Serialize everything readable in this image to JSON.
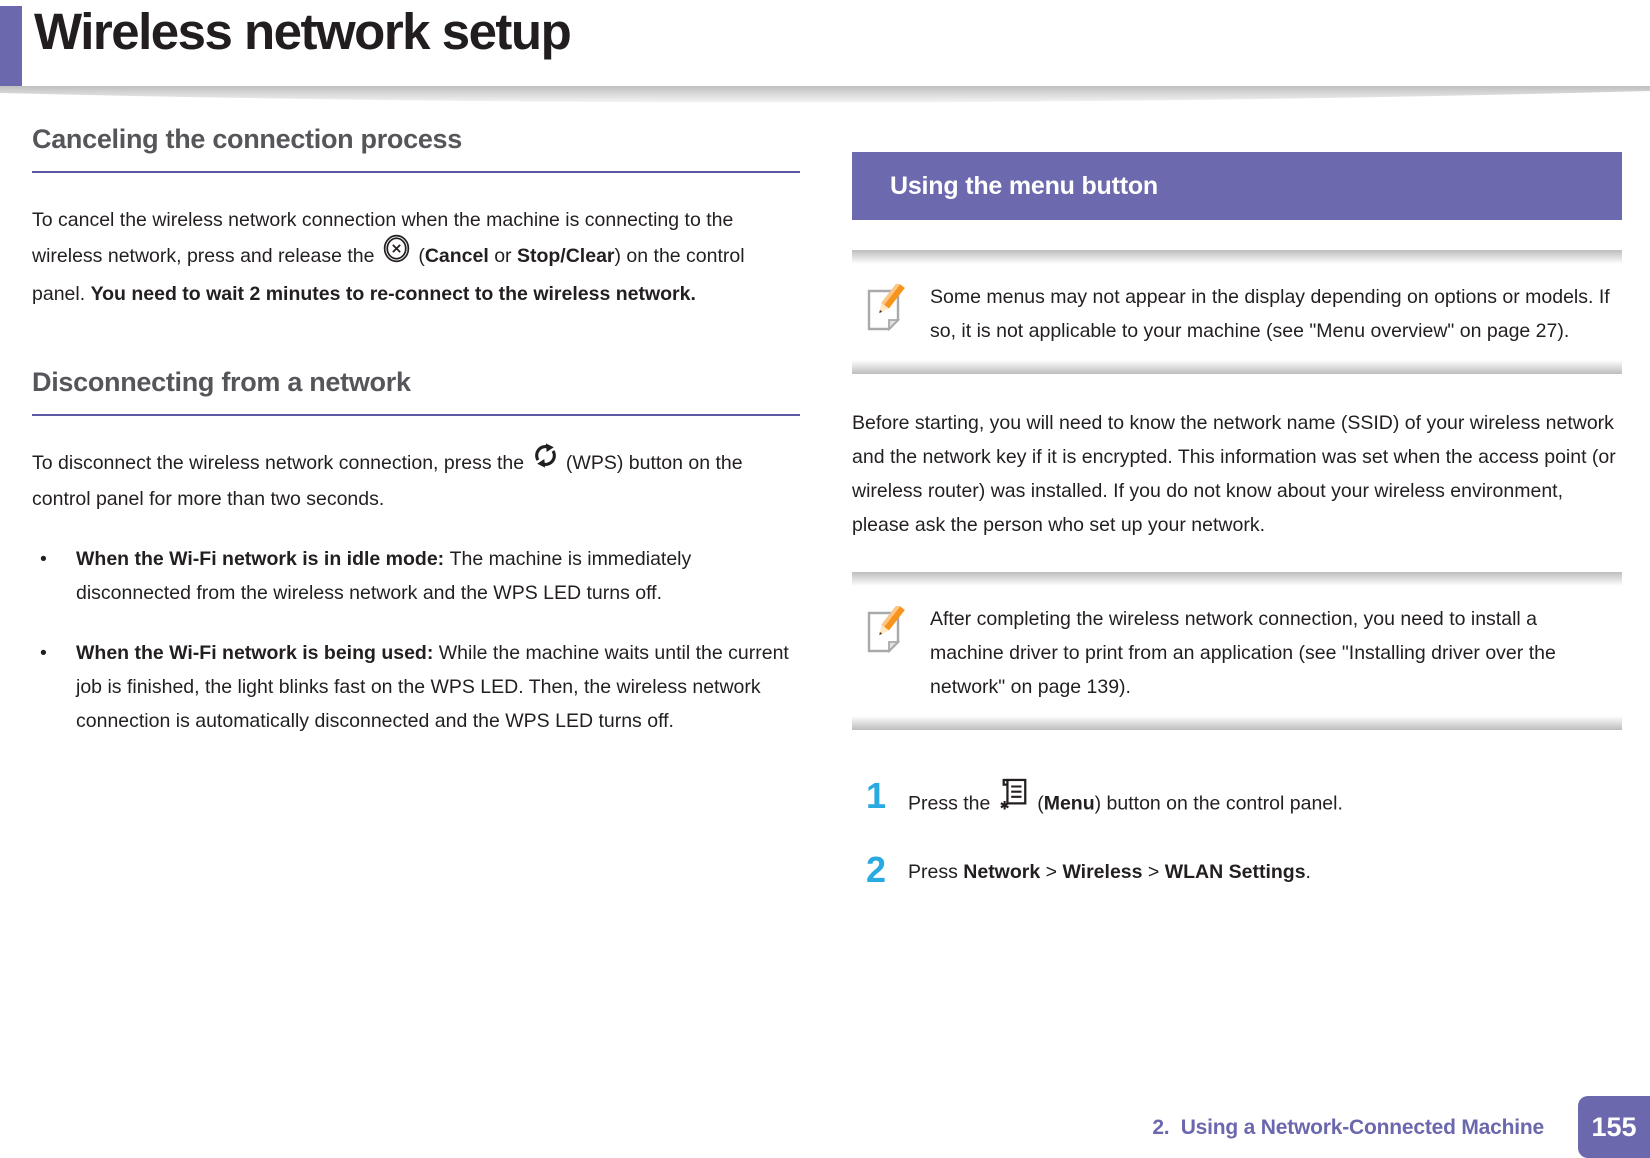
{
  "page": {
    "title": "Wireless network setup"
  },
  "colors": {
    "accent_purple": "#6b68ad",
    "banner_purple": "#6c69ae",
    "step_number_blue": "#29aae1",
    "heading_gray": "#55565a",
    "body_text": "#231f20"
  },
  "icons": {
    "cancel": "cancel-icon",
    "wps": "wps-icon",
    "note": "note-pencil-icon",
    "menu": "menu-icon"
  },
  "left": {
    "section1": {
      "heading": "Canceling the connection process",
      "para_before_icon": [
        {
          "t": "To cancel the wireless network connection when the machine is connecting to the wireless network, press and release the "
        }
      ],
      "para_after_icon": [
        {
          "t": " ("
        },
        {
          "t": "Cancel",
          "b": true
        },
        {
          "t": " or "
        },
        {
          "t": "Stop/Clear",
          "b": true
        },
        {
          "t": ") on the control panel. "
        },
        {
          "t": "You need to wait 2 minutes to re-connect to the wireless network.",
          "b": true
        }
      ]
    },
    "section2": {
      "heading": "Disconnecting from a network",
      "para_before_icon": [
        {
          "t": "To disconnect the wireless network connection, press the "
        }
      ],
      "para_after_icon": [
        {
          "t": " (WPS) button on the control panel for more than two seconds."
        }
      ],
      "bullets": [
        [
          {
            "t": "When the Wi-Fi network is in idle mode: ",
            "b": true
          },
          {
            "t": "The machine is immediately disconnected from the wireless network and the WPS LED turns off."
          }
        ],
        [
          {
            "t": "When the Wi-Fi network is being used: ",
            "b": true
          },
          {
            "t": "While the machine waits until the current job is finished, the light blinks fast on the WPS LED. Then, the wireless network connection is automatically disconnected and the WPS LED turns off."
          }
        ]
      ]
    }
  },
  "right": {
    "banner": {
      "label": "Using the menu button"
    },
    "note1": {
      "text": "Some menus may not appear in the display depending on options or models. If so, it is not applicable to your machine (see \"Menu overview\" on page 27)."
    },
    "paragraph": "Before starting, you will need to know the network name (SSID) of your wireless network and the network key if it is encrypted. This information was set when the access point (or wireless router) was installed. If you do not know about your wireless environment, please ask the person who set up your network.",
    "note2": {
      "text": "After completing the wireless network connection, you need to install a machine driver to print from an application (see \"Installing driver over the network\" on page 139)."
    },
    "steps": [
      {
        "number": "1",
        "before_icon": [
          {
            "t": "Press the "
          }
        ],
        "after_icon": [
          {
            "t": " ("
          },
          {
            "t": "Menu",
            "b": true
          },
          {
            "t": ") button on the control panel."
          }
        ]
      },
      {
        "number": "2",
        "text": [
          {
            "t": "Press "
          },
          {
            "t": "Network",
            "b": true
          },
          {
            "t": " > "
          },
          {
            "t": "Wireless",
            "b": true
          },
          {
            "t": " > "
          },
          {
            "t": "WLAN Settings",
            "b": true
          },
          {
            "t": "."
          }
        ]
      }
    ]
  },
  "footer": {
    "chapter": "2.  Using a Network-Connected Machine",
    "page_number": "155"
  }
}
